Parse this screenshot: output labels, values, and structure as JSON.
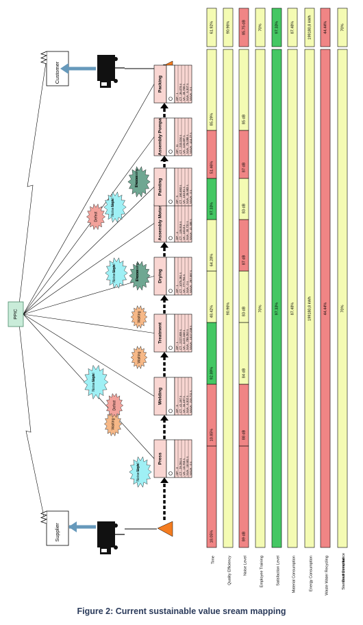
{
  "caption": "Figure 2: Current sustainable value sream mapping",
  "ppic": "PPIC",
  "supplier": "Supplier",
  "customer": "Customer",
  "colors": {
    "green": "#44c763",
    "red": "#f08585",
    "yellow": "#f4fbb3",
    "pink": "#f9d6d2",
    "cyan": "#9ff0f5",
    "salmon": "#f2a29b",
    "orange": "#f6b887",
    "teal": "#6fa792",
    "triangle": "#f47c20"
  },
  "processes": [
    {
      "name": "Press",
      "rows": [
        "OP : 3",
        "CT : 29.284 s",
        "VA : 10.703 s",
        "NVA : 18.581 s",
        "NNVA : 0 s"
      ]
    },
    {
      "name": "Welding",
      "rows": [
        "OP : 6",
        "CT : 41.197 s",
        "VA : 34.197 s",
        "NVA : 6.302 s",
        "NNVA : 215.711 s"
      ]
    },
    {
      "name": "Treatment",
      "rows": [
        "OP : 1",
        "CT : 2227.809 s",
        "VA : 1122.248 s",
        "NVA : 789.263 s",
        "NNVA : 1017.238 s"
      ]
    },
    {
      "name": "Drying",
      "rows": [
        "OP : 1",
        "CT : 1075.391 s",
        "VA : 777.794 s",
        "NVA : 0 s",
        "NNVA : 297.597 s"
      ]
    },
    {
      "name": "Assembly Motor",
      "rows": [
        "OP : 4",
        "CT : 135.916 s",
        "VA : 103.8 s",
        "NVA : 30.731 s",
        "NNVA : 41.385 s"
      ]
    },
    {
      "name": "Painting",
      "rows": [
        "OP : 5",
        "CT : 190.893 s",
        "VA : 153.91 s",
        "NVA : 36.983 s",
        "NNVA : 0 s"
      ]
    },
    {
      "name": "Assembly Pompa",
      "rows": [
        "OP : 11",
        "CT : 233.334 s",
        "VA : 119.697 s",
        "NVA : 76.088 s",
        "NNVA : 414.27 s"
      ]
    },
    {
      "name": "Packing",
      "rows": [
        "OP : 1",
        "CT : 36.076 s",
        "VA : 30.769 s",
        "NVA : 5.307 s",
        "NNVA : 0 s"
      ]
    }
  ],
  "kaizen_bursts": [
    {
      "label": "Noise Level High",
      "color": "cyan"
    },
    {
      "label": "Waiting",
      "color": "orange"
    },
    {
      "label": "Defect",
      "color": "salmon"
    },
    {
      "label": "Noise Level High",
      "color": "cyan"
    },
    {
      "label": "Waiting",
      "color": "orange"
    },
    {
      "label": "Waiting",
      "color": "orange"
    },
    {
      "label": "Noise Level High",
      "color": "cyan"
    },
    {
      "label": "Excess Processing",
      "color": "teal"
    },
    {
      "label": "Defect",
      "color": "salmon"
    },
    {
      "label": "Noise Level High",
      "color": "cyan"
    },
    {
      "label": "Excess Processing",
      "color": "teal"
    }
  ],
  "metrics": [
    {
      "label": "Time",
      "overall": "61.92%",
      "overall_color": "yellow",
      "segments": [
        {
          "value": "18.05%",
          "color": "red"
        },
        {
          "value": "10.85%",
          "color": "red"
        },
        {
          "value": "92.89%",
          "color": "green"
        },
        {
          "value": "48.42%",
          "color": "yellow"
        },
        {
          "value": "64.28%",
          "color": "yellow"
        },
        {
          "value": "97.33%",
          "color": "green"
        },
        {
          "value": "51.46%",
          "color": "red"
        },
        {
          "value": "85.29%",
          "color": "yellow"
        }
      ]
    },
    {
      "label": "Quality Efficiency",
      "overall": "90.96%",
      "overall_color": "yellow",
      "segments": [
        {
          "value": "90.96%",
          "color": "yellow"
        }
      ]
    },
    {
      "label": "Noise Level",
      "overall": "85.75 dB",
      "overall_color": "red",
      "segments": [
        {
          "value": "89 dB",
          "color": "red"
        },
        {
          "value": "88 dB",
          "color": "red"
        },
        {
          "value": "84 dB",
          "color": "yellow"
        },
        {
          "value": "83 dB",
          "color": "yellow"
        },
        {
          "value": "87 dB",
          "color": "red"
        },
        {
          "value": "83 dB",
          "color": "yellow"
        },
        {
          "value": "87 dB",
          "color": "red"
        },
        {
          "value": "85 dB",
          "color": "yellow"
        }
      ]
    },
    {
      "label": "Employee Training",
      "overall": "70%",
      "overall_color": "yellow",
      "segments": [
        {
          "value": "70%",
          "color": "yellow"
        }
      ]
    },
    {
      "label": "Satisfaction Level",
      "overall": "97.33%",
      "overall_color": "green",
      "segments": [
        {
          "value": "97.33%",
          "color": "green"
        }
      ]
    },
    {
      "label": "Material Consumption",
      "overall": "87.48%",
      "overall_color": "yellow",
      "segments": [
        {
          "value": "87.48%",
          "color": "yellow"
        }
      ]
    },
    {
      "label": "Energy Consumption",
      "overall": "199180,8 kWh",
      "overall_color": "yellow",
      "segments": [
        {
          "value": "199180,8 kWh",
          "color": "yellow"
        }
      ]
    },
    {
      "label": "Waste Water Recycling",
      "overall": "44.44%",
      "overall_color": "red",
      "segments": [
        {
          "value": "44.44%",
          "color": "red"
        }
      ]
    },
    {
      "label": "Environmental Standard Compliance",
      "overall": "70%",
      "overall_color": "yellow",
      "segments": [
        {
          "value": "70%",
          "color": "yellow"
        }
      ]
    }
  ]
}
